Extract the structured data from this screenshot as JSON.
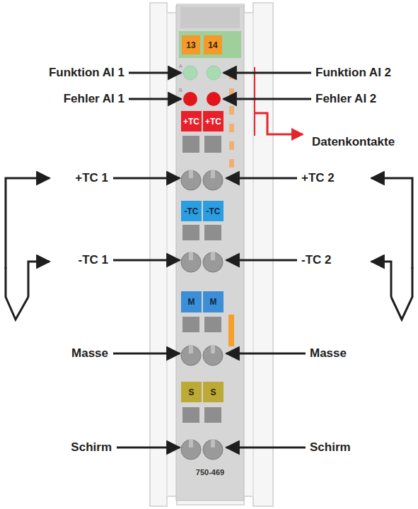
{
  "diagram": {
    "nodes": [
      {
        "text": [
          "13"
        ]
      },
      {
        "text": [
          "14"
        ]
      },
      {
        "text": [
          "+TC"
        ]
      },
      {
        "text": [
          "+TC"
        ]
      },
      {
        "text": [
          "-TC"
        ]
      },
      {
        "text": [
          "-TC"
        ]
      },
      {
        "text": [
          "M"
        ]
      },
      {
        "text": [
          "M"
        ]
      },
      {
        "text": [
          "S"
        ]
      },
      {
        "text": [
          "S"
        ]
      }
    ],
    "labels": [
      "Funktion AI 1",
      "Funktion AI 2",
      "Fehler AI 1",
      "Fehler AI 2",
      "Datenkontakte",
      "+TC 1",
      "+TC 2",
      "-TC 1",
      "-TC 2",
      "Masse",
      "Masse",
      "Schirm",
      "Schirm",
      "750-469",
      "A",
      "B"
    ]
  }
}
